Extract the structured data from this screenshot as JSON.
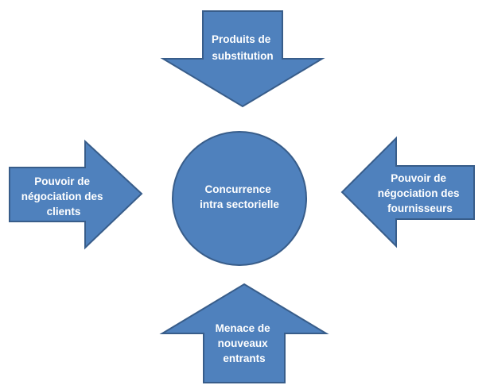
{
  "diagram": {
    "center": {
      "lines": [
        "Concurrence",
        "intra sectorielle"
      ]
    },
    "top_arrow": {
      "lines": [
        "Produits de",
        "substitution"
      ]
    },
    "left_arrow": {
      "lines": [
        "Pouvoir de",
        "négociation des",
        "clients"
      ]
    },
    "right_arrow": {
      "lines": [
        "Pouvoir de",
        "négociation des",
        "fournisseurs"
      ]
    },
    "bottom_arrow": {
      "lines": [
        "Menace de",
        "nouveaux",
        "entrants"
      ]
    }
  },
  "colors": {
    "fill": "#4f81bd",
    "stroke": "#385d8a",
    "text": "#ffffff"
  }
}
